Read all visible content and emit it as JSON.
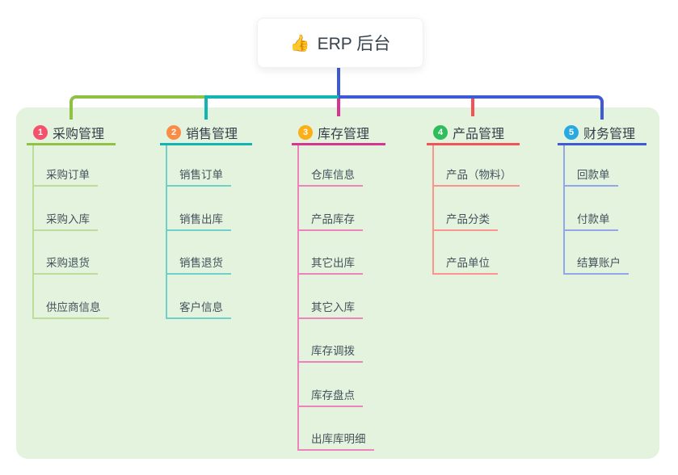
{
  "root": {
    "icon": "👍",
    "label": "ERP 后台"
  },
  "colors": {
    "canvas_background": "#e4f3de",
    "page_background": "#ffffff",
    "root_line": "#3f5ad6",
    "title_text": "#333f49",
    "item_text": "#44525c"
  },
  "branches": [
    {
      "index": "1",
      "title": "采购管理",
      "badge_color": "#f4516c",
      "line_color": "#8fc145",
      "item_line_color": "#bcdc9a",
      "items": [
        "采购订单",
        "采购入库",
        "采购退货",
        "供应商信息"
      ]
    },
    {
      "index": "2",
      "title": "销售管理",
      "badge_color": "#fb8c44",
      "line_color": "#12b5b1",
      "item_line_color": "#6fd0ca",
      "items": [
        "销售订单",
        "销售出库",
        "销售退货",
        "客户信息"
      ]
    },
    {
      "index": "3",
      "title": "库存管理",
      "badge_color": "#fcaf17",
      "line_color": "#d63690",
      "item_line_color": "#ee82ba",
      "items": [
        "仓库信息",
        "产品库存",
        "其它出库",
        "其它入库",
        "库存调拨",
        "库存盘点",
        "出库库明细"
      ]
    },
    {
      "index": "4",
      "title": "产品管理",
      "badge_color": "#2fbd5c",
      "line_color": "#f45355",
      "item_line_color": "#f9958d",
      "items": [
        "产品（物料）",
        "产品分类",
        "产品单位"
      ]
    },
    {
      "index": "5",
      "title": "财务管理",
      "badge_color": "#29a9e1",
      "line_color": "#3f5ad6",
      "item_line_color": "#93a7e8",
      "items": [
        "回款单",
        "付款单",
        "结算账户"
      ]
    }
  ]
}
